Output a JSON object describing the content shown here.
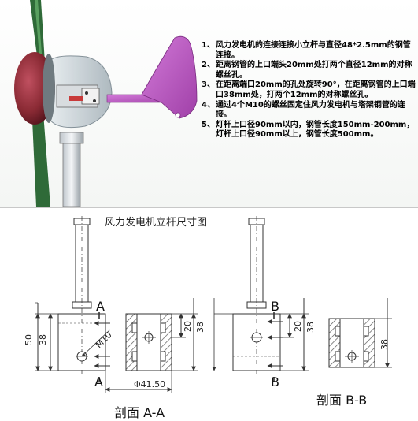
{
  "notes": [
    {
      "num": "1、",
      "text": "风力发电机的连接连接小立杆与直径48*2.5mm的钢管连接。"
    },
    {
      "num": "2、",
      "text": "距离钢管的上口端头20mm处打两个直径12mm的对称螺丝孔。"
    },
    {
      "num": "3、",
      "text": "在距离端口20mm的孔处旋转90°，在距离钢管的上口端口38mm处，打两个12mm的对称螺丝孔。"
    },
    {
      "num": "4、",
      "text": "通过4个M10的螺丝固定住风力发电机与塔架钢管的连接。"
    },
    {
      "num": "5、",
      "text": "灯杆上口径90mm以内，钢管长度150mm-200mm，灯杆上口径90mm以上，钢管长度500mm。"
    }
  ],
  "drawing": {
    "title": "风力发电机立杆尺寸图",
    "left_dims": {
      "total": "50",
      "lower": "38",
      "thread": "M10",
      "dia": "Φ41.50"
    },
    "aa_dims": {
      "upper": "20",
      "lower": "38"
    },
    "bb_dims": {
      "upper": "20",
      "lower": "38"
    },
    "bb_section_dims": {
      "height": "38"
    },
    "labels": {
      "a_top": "A",
      "a_bottom": "A",
      "b_top": "B",
      "b_bottom": "B"
    },
    "section_aa": "剖面 A-A",
    "section_bb": "剖面 B-B"
  },
  "colors": {
    "tail_fin": "#c060c8",
    "nacelle": "#8a2a34",
    "hatch": "#555555",
    "dim_line": "#333333"
  }
}
